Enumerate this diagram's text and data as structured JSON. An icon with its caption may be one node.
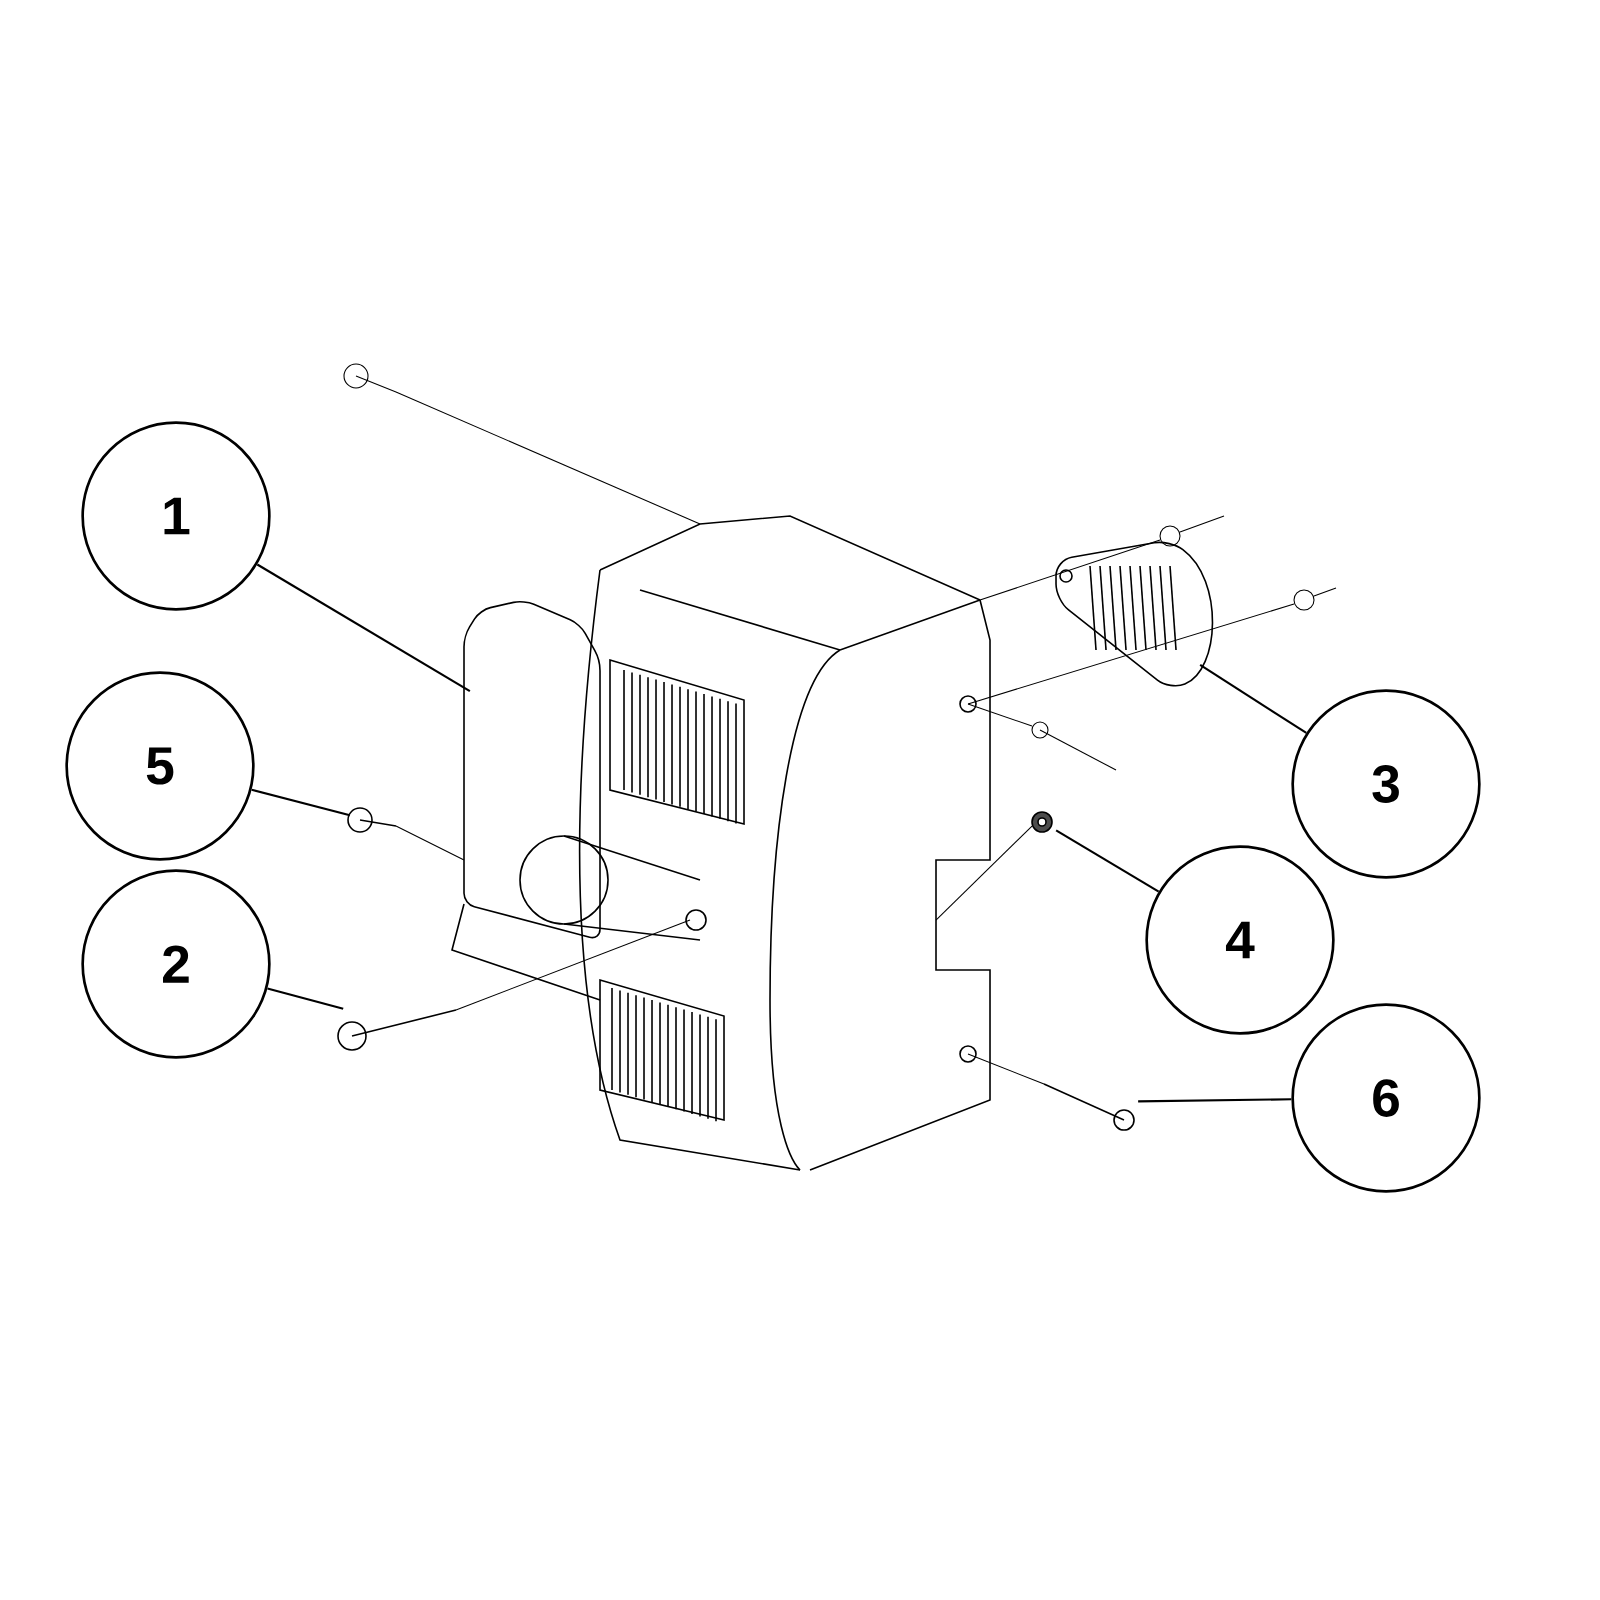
{
  "diagram": {
    "nodes": [
      {
        "text": [
          "1"
        ]
      },
      {
        "text": [
          "3"
        ]
      },
      {
        "text": [
          "5"
        ]
      },
      {
        "text": [
          "4"
        ]
      },
      {
        "text": [
          "2"
        ]
      },
      {
        "text": [
          "6"
        ]
      },
      {
        "text": [],
        "shape": "picture"
      },
      {
        "text": [],
        "shape": "picture"
      },
      {
        "text": [],
        "shape": "picture"
      },
      {
        "text": [],
        "shape": "picture"
      },
      {
        "text": [],
        "shape": "picture"
      },
      {
        "text": [],
        "shape": "picture"
      }
    ],
    "edges": [
      {
        "from": 0,
        "to": 6,
        "arrow": "none"
      },
      {
        "from": 1,
        "to": 7,
        "arrow": "none"
      },
      {
        "from": 2,
        "to": 8,
        "arrow": "none"
      },
      {
        "from": 3,
        "to": 9,
        "arrow": "none"
      },
      {
        "from": 4,
        "to": 10,
        "arrow": "none"
      },
      {
        "from": 5,
        "to": 11,
        "arrow": "none"
      }
    ]
  }
}
